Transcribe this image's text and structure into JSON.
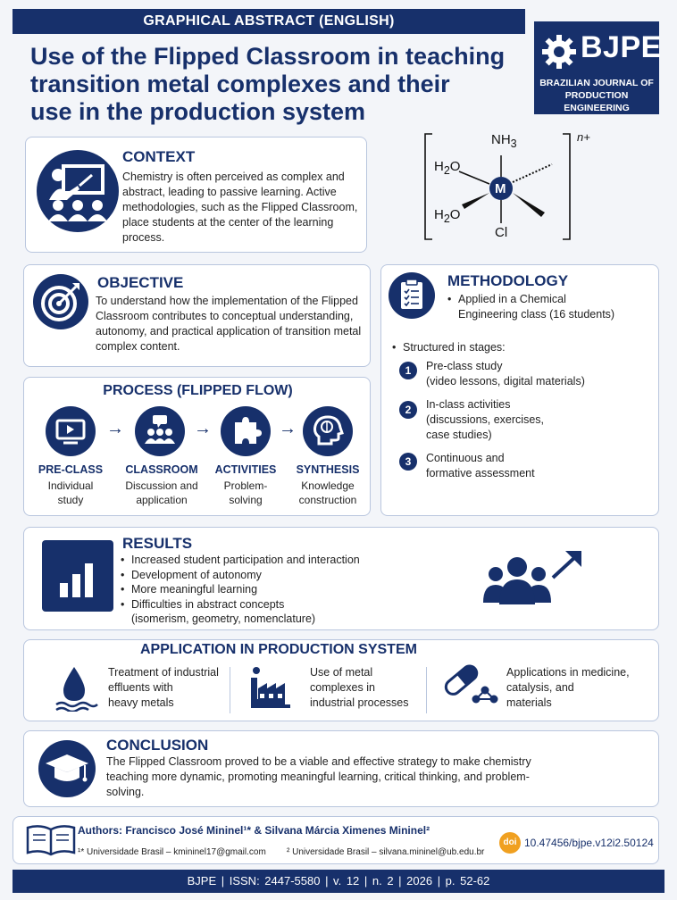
{
  "header": {
    "banner": "GRAPHICAL ABSTRACT (ENGLISH)",
    "title_line1": "Use of the Flipped Classroom in teaching",
    "title_line2": "transition metal complexes and their",
    "title_line3": "use in the production system"
  },
  "logo": {
    "mark": "BJPE",
    "sub_line1": "BRAZILIAN JOURNAL OF",
    "sub_line2": "PRODUCTION ENGINEERING"
  },
  "molecule": {
    "top": "NH3",
    "left_top": "H2O",
    "left_bottom": "H2O",
    "center": "M",
    "bottom": "Cl",
    "charge": "n+"
  },
  "context": {
    "heading": "CONTEXT",
    "text": "Chemistry is often perceived as complex and abstract, leading to passive learning. Active methodologies, such as the Flipped Classroom, place students at the center of the learning process."
  },
  "objective": {
    "heading": "OBJECTIVE",
    "text": "To understand how the implementation of the Flipped Classroom contributes to conceptual understanding, autonomy, and practical application of transition metal complex content."
  },
  "methodology": {
    "heading": "METHODOLOGY",
    "bullet1": "Applied in a Chemical Engineering class (16 students)",
    "bullet2": "Structured in stages:",
    "steps": [
      {
        "num": "1",
        "line1": "Pre-class study",
        "line2": "(video lessons, digital materials)",
        "line3": ""
      },
      {
        "num": "2",
        "line1": "In-class activities",
        "line2": "(discussions, exercises,",
        "line3": "case studies)"
      },
      {
        "num": "3",
        "line1": "Continuous and",
        "line2": "formative assessment",
        "line3": ""
      }
    ]
  },
  "process": {
    "heading": "PROCESS (FLIPPED FLOW)",
    "arrow": "→",
    "stages": [
      {
        "label": "PRE-CLASS",
        "desc1": "Individual",
        "desc2": "study"
      },
      {
        "label": "CLASSROOM",
        "desc1": "Discussion and",
        "desc2": "application"
      },
      {
        "label": "ACTIVITIES",
        "desc1": "Problem-",
        "desc2": "solving"
      },
      {
        "label": "SYNTHESIS",
        "desc1": "Knowledge",
        "desc2": "construction"
      }
    ]
  },
  "results": {
    "heading": "RESULTS",
    "items": [
      "Increased student participation and interaction",
      "Development of autonomy",
      "More meaningful learning",
      "Difficulties in abstract concepts",
      "(isomerism, geometry, nomenclature)"
    ]
  },
  "application": {
    "heading": "APPLICATION IN PRODUCTION SYSTEM",
    "items": [
      {
        "l1": "Treatment of industrial",
        "l2": "effluents with",
        "l3": "heavy metals"
      },
      {
        "l1": "Use of metal",
        "l2": "complexes in",
        "l3": "industrial processes"
      },
      {
        "l1": "Applications in medicine,",
        "l2": "catalysis, and",
        "l3": "materials"
      }
    ]
  },
  "conclusion": {
    "heading": "CONCLUSION",
    "text": "The Flipped Classroom proved to be a viable and effective strategy to make chemistry teaching more dynamic, promoting meaningful learning, critical thinking, and problem-solving."
  },
  "authors": {
    "line": "Authors: Francisco José Mininel¹* & Silvana Márcia Ximenes Mininel²",
    "affil1": "¹* Universidade Brasil – kmininel17@gmail.com",
    "affil2": "² Universidade Brasil – silvana.mininel@ub.edu.br",
    "doi_badge": "doi",
    "doi": "10.47456/bjpe.v12i2.50124"
  },
  "footer": {
    "text": "BJPE  |  ISSN: 2447-5580  |  v. 12  |  n. 2  |  2026  |  p. 52-62"
  },
  "colors": {
    "navy": "#17306b",
    "doi_orange": "#f0a020"
  }
}
